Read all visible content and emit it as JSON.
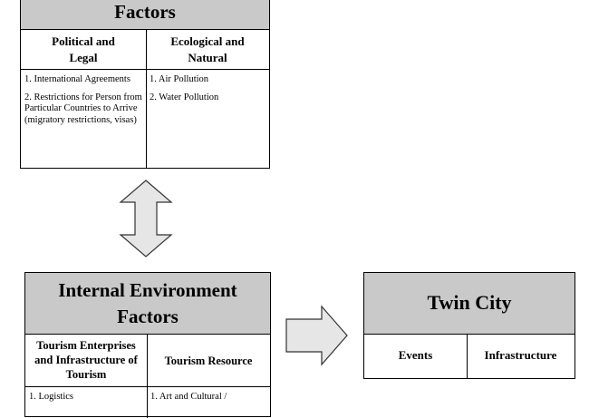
{
  "external": {
    "title": "Factors",
    "columns": [
      {
        "header": "Political and Legal",
        "items": [
          "1. International Agreements",
          "2. Restrictions for Person from  Particular Countries to Arrive (migratory restrictions, visas)"
        ]
      },
      {
        "header": "Ecological and Natural",
        "items": [
          "1. Air Pollution",
          "2. Water Pollution"
        ]
      }
    ]
  },
  "internal": {
    "title_line1": "Internal Environment",
    "title_line2": "Factors",
    "columns": [
      {
        "header": "Tourism Enterprises and Infrastructure of Tourism",
        "items": [
          "1. Logistics"
        ]
      },
      {
        "header": "Tourism Resource",
        "items": [
          "1. Art and Cultural /"
        ]
      }
    ]
  },
  "twin_city": {
    "title": "Twin City",
    "columns": [
      "Events",
      "Infrastructure"
    ]
  },
  "colors": {
    "header_fill": "#c9c9c9",
    "arrow_fill": "#e6e6e6"
  }
}
